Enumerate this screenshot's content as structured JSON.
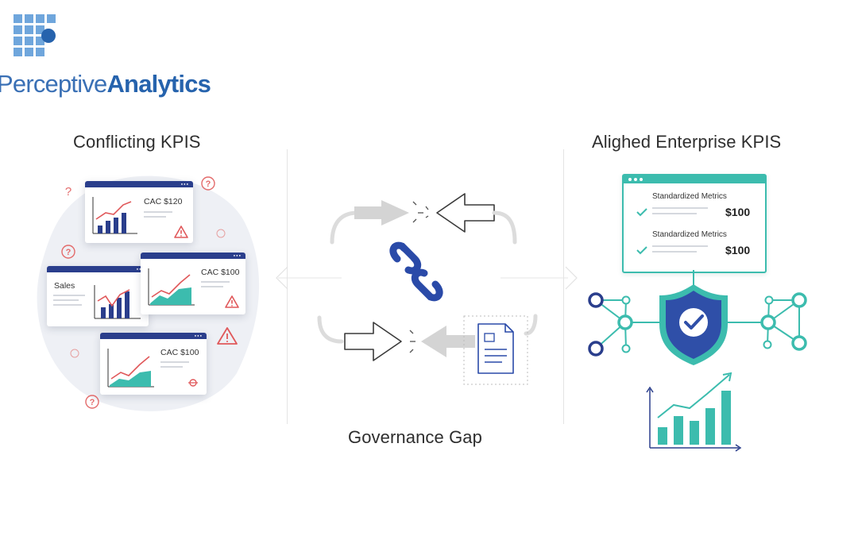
{
  "logo": {
    "text_thin": "Perceptive",
    "text_bold": "Analytics"
  },
  "sections": {
    "left_title": "Conflicting KPIS",
    "right_title": "Alighed Enterprise KPIS",
    "center_title": "Governance Gap"
  },
  "left_cards": [
    {
      "label": "CAC $120"
    },
    {
      "label": "Sales"
    },
    {
      "label": "CAC $100"
    },
    {
      "label": "CAC $100"
    }
  ],
  "right_panel": {
    "rows": [
      {
        "label": "Standardized Metrics",
        "value": "$100"
      },
      {
        "label": "Standardized Metrics",
        "value": "$100"
      }
    ]
  },
  "colors": {
    "navy": "#2a3e8c",
    "teal": "#3cbcae",
    "alert_red": "#e0585a",
    "shield_blue": "#2f4fa8"
  },
  "icons": [
    "question-icon",
    "warning-icon",
    "broken-link-icon",
    "checkmark-icon",
    "shield-check-icon",
    "document-icon"
  ]
}
